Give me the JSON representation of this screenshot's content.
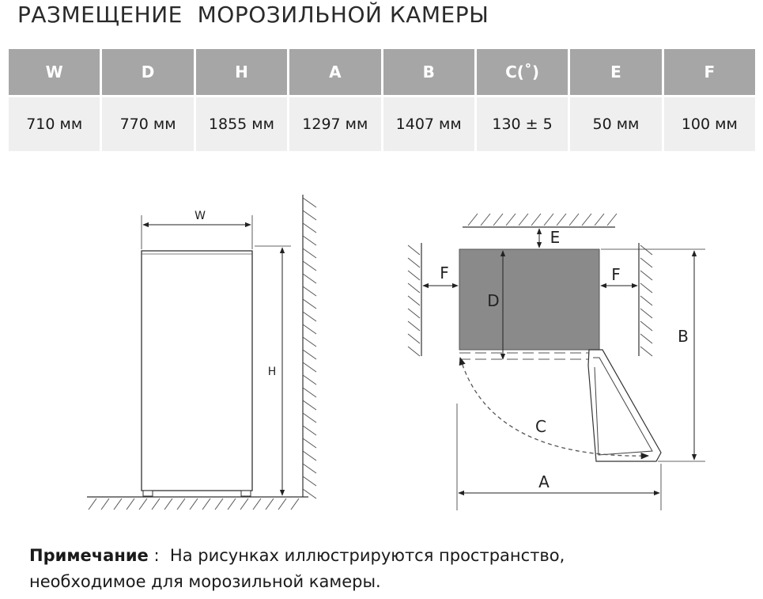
{
  "title": "РАЗМЕЩЕНИЕ  МОРОЗИЛЬНОЙ КАМЕРЫ",
  "table": {
    "headers": [
      "W",
      "D",
      "H",
      "A",
      "B",
      "C(˚)",
      "E",
      "F"
    ],
    "values": [
      "710 мм",
      "770 мм",
      "1855 мм",
      "1297 мм",
      "1407 мм",
      "130 ± 5",
      "50 мм",
      "100 мм"
    ]
  },
  "diagram": {
    "front": {
      "width_label": "W",
      "height_label": "H"
    },
    "top": {
      "e": "E",
      "f_left": "F",
      "f_right": "F",
      "d": "D",
      "b": "B",
      "c": "C",
      "a": "A"
    }
  },
  "note": {
    "label": "Примечание",
    "separator": " :  ",
    "text_line1": "На рисунках иллюстрируются пространство,",
    "text_line2": "необходимое для морозильной камеры."
  },
  "colors": {
    "header_bg": "#a6a6a6",
    "cell_bg": "#efefef",
    "cabinet_fill": "#8a8a8a"
  }
}
